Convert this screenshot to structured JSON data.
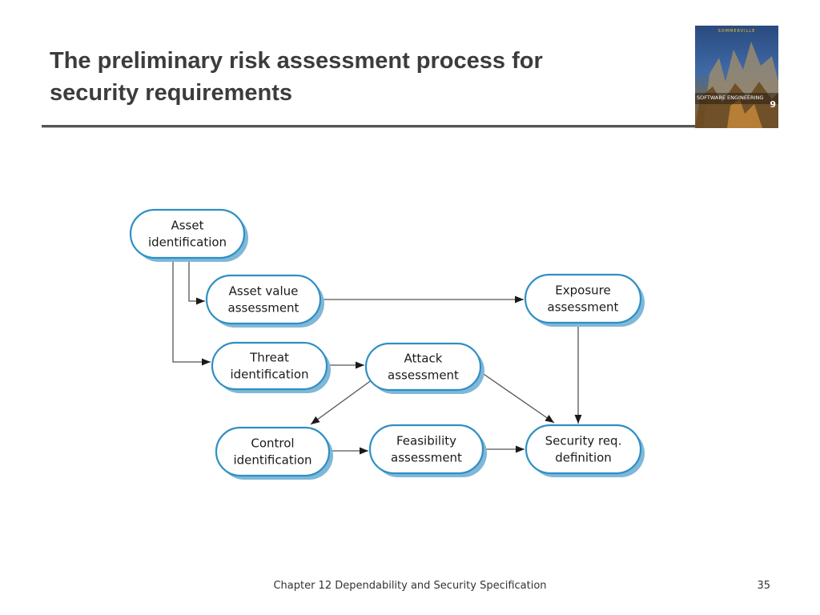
{
  "slide": {
    "title": "The preliminary risk assessment process for\nsecurity requirements",
    "footer": "Chapter 12 Dependability and Security Specification",
    "page_number": "35"
  },
  "book_cover": {
    "author": "SOMMERVILLE",
    "title": "SOFTWARE ENGINEERING",
    "edition": "9"
  },
  "diagram": {
    "nodes": [
      {
        "id": "asset-identification",
        "lines": [
          "Asset",
          "identification"
        ]
      },
      {
        "id": "asset-value-assessment",
        "lines": [
          "Asset value",
          "assessment"
        ]
      },
      {
        "id": "exposure-assessment",
        "lines": [
          "Exposure",
          "assessment"
        ]
      },
      {
        "id": "threat-identification",
        "lines": [
          "Threat",
          "identification"
        ]
      },
      {
        "id": "attack-assessment",
        "lines": [
          "Attack",
          "assessment"
        ]
      },
      {
        "id": "control-identification",
        "lines": [
          "Control",
          "identification"
        ]
      },
      {
        "id": "feasibility-assessment",
        "lines": [
          "Feasibility",
          "assessment"
        ]
      },
      {
        "id": "security-req-definition",
        "lines": [
          "Security req.",
          "definition"
        ]
      }
    ],
    "edges": [
      {
        "from": "asset-identification",
        "to": "asset-value-assessment"
      },
      {
        "from": "asset-identification",
        "to": "threat-identification"
      },
      {
        "from": "asset-value-assessment",
        "to": "exposure-assessment"
      },
      {
        "from": "exposure-assessment",
        "to": "security-req-definition"
      },
      {
        "from": "threat-identification",
        "to": "attack-assessment"
      },
      {
        "from": "attack-assessment",
        "to": "control-identification"
      },
      {
        "from": "attack-assessment",
        "to": "security-req-definition"
      },
      {
        "from": "control-identification",
        "to": "feasibility-assessment"
      },
      {
        "from": "feasibility-assessment",
        "to": "security-req-definition"
      }
    ]
  },
  "colors": {
    "node_border": "#2f8fc4",
    "node_shadow": "#7fb8d8",
    "title_text": "#3c3c3c"
  }
}
